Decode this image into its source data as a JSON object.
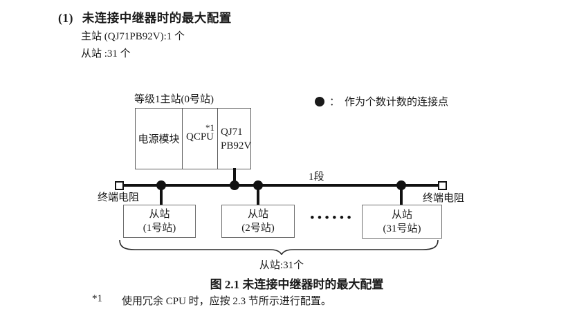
{
  "header": {
    "number": "(1)",
    "title": "未连接中继器时的最大配置",
    "master_line": "主站 (QJ71PB92V):1 个",
    "slave_line": "从站 :31 个"
  },
  "legend": {
    "colon": "：",
    "text": "作为个数计数的连接点"
  },
  "diagram": {
    "master_station_label": "等级1主站(0号站)",
    "power_module": "电源模块",
    "cpu": "QCPU",
    "cpu_footnote_ref": "*1",
    "pb_module_line1": "QJ71",
    "pb_module_line2": "PB92V",
    "segment_label": "1段",
    "left_terminator_label": "终端电阻",
    "right_terminator_label": "终端电阻",
    "slaves": [
      {
        "line1": "从站",
        "line2": "(1号站)"
      },
      {
        "line1": "从站",
        "line2": "(2号站)"
      },
      {
        "line1": "从站",
        "line2": "(31号站)"
      }
    ],
    "ellipsis": "••••••",
    "brace_label": "从站:31个"
  },
  "caption": "图 2.1 未连接中继器时的最大配置",
  "footnote": {
    "marker": "*1",
    "text": "使用冗余 CPU 时，应按 2.3 节所示进行配置。"
  },
  "colors": {
    "ink": "#1a1a1a",
    "box_border": "#6e6e6e",
    "bus": "#111111",
    "background": "#ffffff"
  }
}
